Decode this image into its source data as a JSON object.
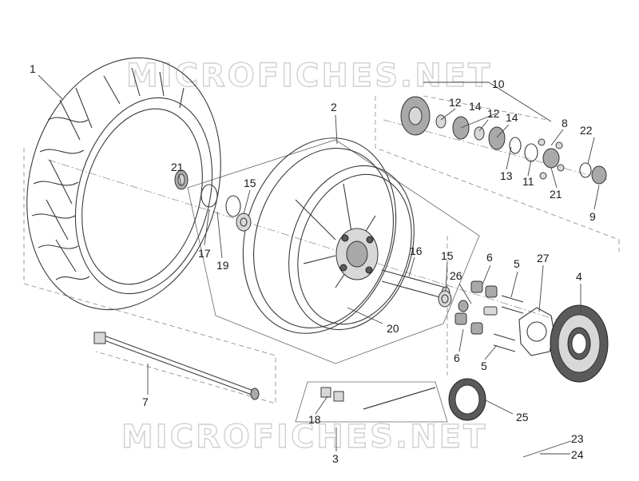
{
  "watermark": {
    "top": "MICROFICHES.NET",
    "bottom": "MICROFICHES.NET"
  },
  "callouts": {
    "c1": "1",
    "c2": "2",
    "c3": "3",
    "c4": "4",
    "c5a": "5",
    "c5b": "5",
    "c6a": "6",
    "c6b": "6",
    "c7": "7",
    "c8": "8",
    "c9": "9",
    "c10": "10",
    "c11": "11",
    "c12a": "12",
    "c12b": "12",
    "c13": "13",
    "c14a": "14",
    "c14b": "14",
    "c15a": "15",
    "c15b": "15",
    "c16": "16",
    "c17": "17",
    "c18": "18",
    "c19": "19",
    "c20": "20",
    "c21a": "21",
    "c21b": "21",
    "c22": "22",
    "c23": "23",
    "c24": "24",
    "c25": "25",
    "c26": "26",
    "c27": "27"
  }
}
